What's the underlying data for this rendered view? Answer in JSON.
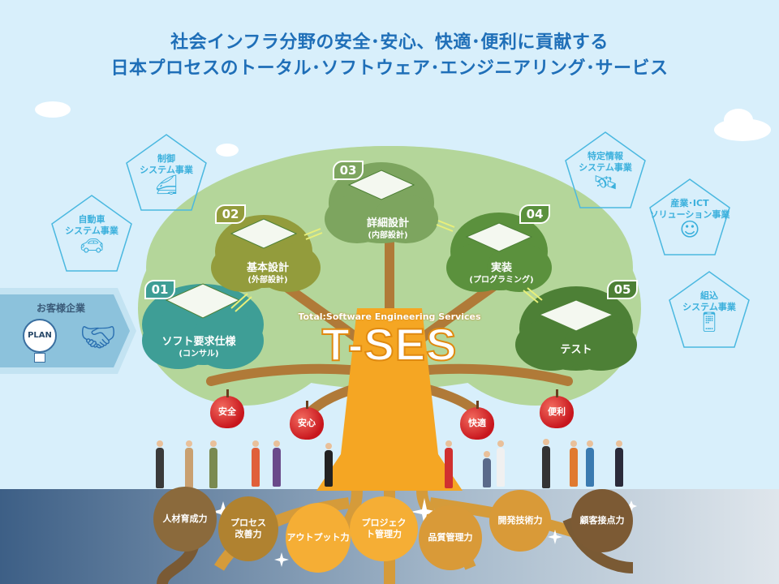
{
  "title": {
    "line1": "社会インフラ分野の安全･安心、快適･便利に貢献する",
    "line2": "日本プロセスのトータル･ソフトウェア･エンジニアリング･サービス"
  },
  "client": {
    "label": "お客様企業",
    "plan": "PLAN"
  },
  "businesses": [
    {
      "label1": "自動車",
      "label2": "システム事業",
      "icon": "car-icon"
    },
    {
      "label1": "制御",
      "label2": "システム事業",
      "icon": "train-icon"
    },
    {
      "label1": "特定情報",
      "label2": "システム事業",
      "icon": "satellite-icon"
    },
    {
      "label1": "産業･ICT",
      "label2": "ソリューション事業",
      "icon": "head-icon"
    },
    {
      "label1": "組込",
      "label2": "システム事業",
      "icon": "smartphone-icon"
    }
  ],
  "phases": [
    {
      "num": "01",
      "label": "ソフト要求仕様",
      "sub": "(コンサル)",
      "color": "#3e9e96"
    },
    {
      "num": "02",
      "label": "基本設計",
      "sub": "(外部設計)",
      "color": "#939c3c"
    },
    {
      "num": "03",
      "label": "詳細設計",
      "sub": "(内部設計)",
      "color": "#7da55f"
    },
    {
      "num": "04",
      "label": "実装",
      "sub": "(プログラミング)",
      "color": "#5b913d"
    },
    {
      "num": "05",
      "label": "テスト",
      "sub": "",
      "color": "#4d8036"
    }
  ],
  "brand": {
    "subtitle": "Total:Software Engineering Services",
    "name": "T-SES"
  },
  "fruits": [
    "安全",
    "安心",
    "快適",
    "便利"
  ],
  "roots": [
    "人材育成力",
    "プロセス改善力",
    "アウトプット力",
    "プロジェクト管理力",
    "品質管理力",
    "開発技術力",
    "顧客接点力"
  ],
  "colors": {
    "title": "#1f6fb8",
    "trunk": "#f5a623",
    "apple": "#c8161d",
    "ground": "#3f6289"
  }
}
